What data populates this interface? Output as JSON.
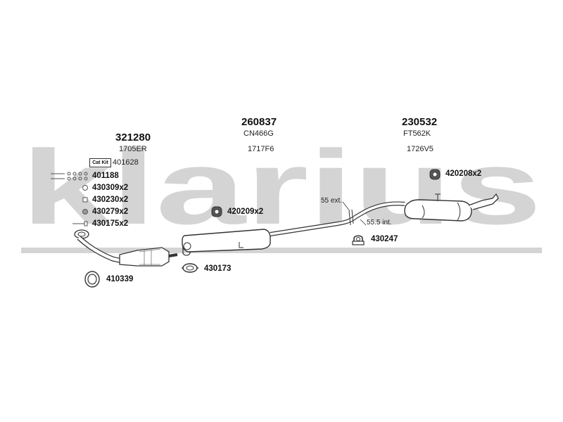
{
  "watermark": {
    "text": "klarius",
    "color": "#d4d4d4"
  },
  "catalyst": {
    "number": "321280",
    "sub": "1705ER"
  },
  "center_muffler": {
    "number": "260837",
    "sub1": "CN466G",
    "sub2": "1717F6"
  },
  "rear_muffler": {
    "number": "230532",
    "sub1": "FT562K",
    "sub2": "1726V5"
  },
  "cat_kit": {
    "badge": "Cat Kit",
    "number": "401628"
  },
  "fittings": [
    {
      "number": "401188"
    },
    {
      "number": "430309x2"
    },
    {
      "number": "430230x2"
    },
    {
      "number": "430279x2"
    },
    {
      "number": "430175x2"
    }
  ],
  "gasket_ring": {
    "number": "410339"
  },
  "clamp_front": {
    "number": "430173"
  },
  "rubber_mount_front": {
    "number": "420209x2"
  },
  "rubber_mount_rear": {
    "number": "420208x2"
  },
  "clamp_rear": {
    "number": "430247"
  },
  "pipe_notes": {
    "ext": "55 ext.",
    "int": "55.5 int."
  },
  "colors": {
    "line": "#333333",
    "part_fill": "#ffffff",
    "mount_fill": "#555555"
  }
}
